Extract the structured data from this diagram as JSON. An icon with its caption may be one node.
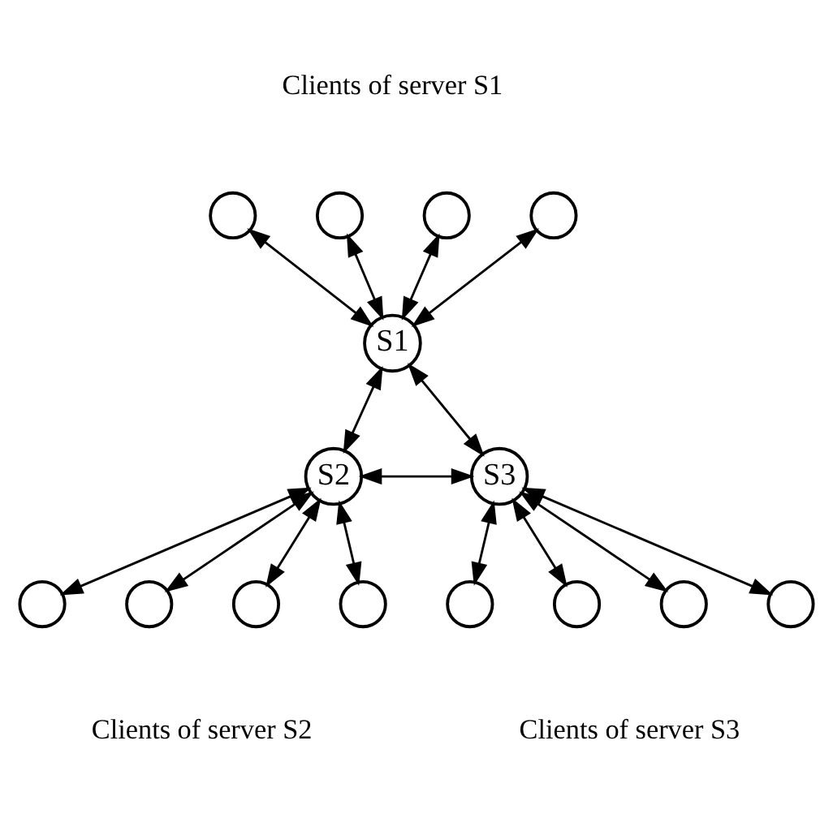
{
  "diagram": {
    "nodes": [
      {
        "text": [],
        "shape": "circle"
      },
      {
        "text": [],
        "shape": "circle"
      },
      {
        "text": [],
        "shape": "circle"
      },
      {
        "text": [],
        "shape": "circle"
      },
      {
        "text": [
          "S1"
        ]
      },
      {
        "text": [
          "S2"
        ]
      },
      {
        "text": [
          "S3"
        ]
      },
      {
        "text": [],
        "shape": "circle"
      },
      {
        "text": [],
        "shape": "circle"
      },
      {
        "text": [],
        "shape": "circle"
      },
      {
        "text": [],
        "shape": "circle"
      },
      {
        "text": [],
        "shape": "circle"
      },
      {
        "text": [],
        "shape": "circle"
      },
      {
        "text": [],
        "shape": "circle"
      },
      {
        "text": [],
        "shape": "circle"
      }
    ],
    "edges": [
      {
        "from": 0,
        "to": 4,
        "arrow": "both"
      },
      {
        "from": 1,
        "to": 4,
        "arrow": "both"
      },
      {
        "from": 2,
        "to": 4,
        "arrow": "both"
      },
      {
        "from": 3,
        "to": 4,
        "arrow": "both"
      },
      {
        "from": 4,
        "to": 5,
        "arrow": "both"
      },
      {
        "from": 4,
        "to": 6,
        "arrow": "both"
      },
      {
        "from": 5,
        "to": 6,
        "arrow": "both"
      },
      {
        "from": 5,
        "to": 7,
        "arrow": "both"
      },
      {
        "from": 5,
        "to": 8,
        "arrow": "both"
      },
      {
        "from": 5,
        "to": 9,
        "arrow": "both"
      },
      {
        "from": 5,
        "to": 10,
        "arrow": "both"
      },
      {
        "from": 6,
        "to": 11,
        "arrow": "both"
      },
      {
        "from": 6,
        "to": 12,
        "arrow": "both"
      },
      {
        "from": 6,
        "to": 13,
        "arrow": "both"
      },
      {
        "from": 6,
        "to": 14,
        "arrow": "both"
      }
    ],
    "labels": [
      "Clients of server S1",
      "Clients of server S2",
      "Clients of server S3"
    ]
  }
}
